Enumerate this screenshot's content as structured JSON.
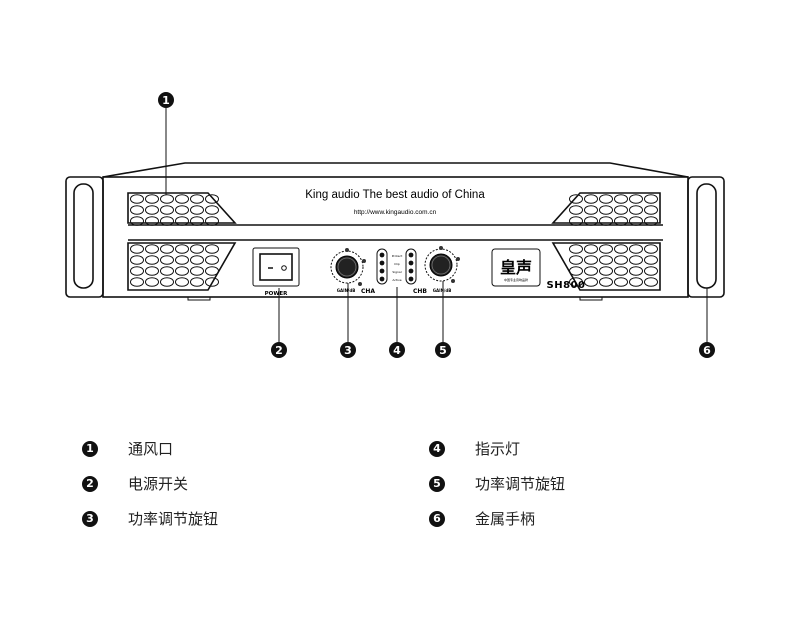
{
  "panel": {
    "slogan": "King audio The best audio of China",
    "url": "http://www.kingaudio.com.cn",
    "power_label": "POWER",
    "gain_label": "GAIN/dB",
    "cha_label": "CHA",
    "chb_label": "CHB",
    "led_labels": [
      "Protect",
      "Clip",
      "Signal",
      "Active"
    ],
    "logo_text": "皇声",
    "logo_subtext": "中国专业音响品牌",
    "model": "SH800"
  },
  "callouts": [
    "1",
    "2",
    "3",
    "4",
    "5",
    "6"
  ],
  "legend": [
    {
      "num": "1",
      "label": "通风口"
    },
    {
      "num": "2",
      "label": "电源开关"
    },
    {
      "num": "3",
      "label": "功率调节旋钮"
    },
    {
      "num": "4",
      "label": "指示灯"
    },
    {
      "num": "5",
      "label": "功率调节旋钮"
    },
    {
      "num": "6",
      "label": "金属手柄"
    }
  ]
}
